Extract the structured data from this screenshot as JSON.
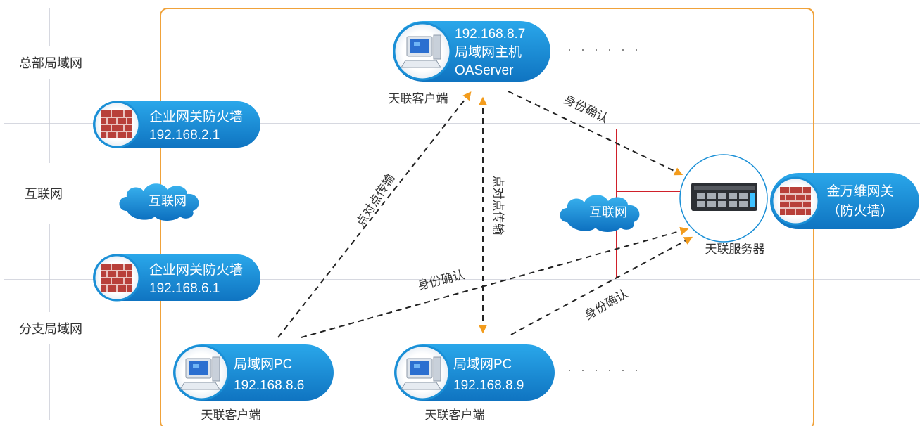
{
  "zones": {
    "hq": "总部局域网",
    "internet": "互联网",
    "branch": "分支局域网"
  },
  "nodes": {
    "oa_server": {
      "ip": "192.168.8.7",
      "role": "局域网主机",
      "name": "OAServer",
      "caption": "天联客户端"
    },
    "fw_hq": {
      "name": "企业网关防火墙",
      "ip": "192.168.2.1"
    },
    "fw_branch": {
      "name": "企业网关防火墙",
      "ip": "192.168.6.1"
    },
    "pc_a": {
      "name": "局域网PC",
      "ip": "192.168.8.6",
      "caption": "天联客户端"
    },
    "pc_b": {
      "name": "局域网PC",
      "ip": "192.168.8.9",
      "caption": "天联客户端"
    },
    "gateway": {
      "name": "金万维网关",
      "sub": "（防火墙）"
    },
    "server": {
      "caption": "天联服务器"
    }
  },
  "clouds": {
    "left": "互联网",
    "right": "互联网"
  },
  "edges": {
    "p2p_a": "点对点传输",
    "p2p_b": "点对点传输",
    "auth_top": "身份确认",
    "auth_mid": "身份确认",
    "auth_bottom": "身份确认"
  },
  "ellipsis": {
    "top": "· · ·   · · ·",
    "bottom": "· · ·   · · ·"
  },
  "colors": {
    "frame": "#f0a23a",
    "pill": "#1a8fd6",
    "arrow": "#f39c1c",
    "red_line": "#d0202a",
    "grid_line": "#c9cbd6"
  }
}
